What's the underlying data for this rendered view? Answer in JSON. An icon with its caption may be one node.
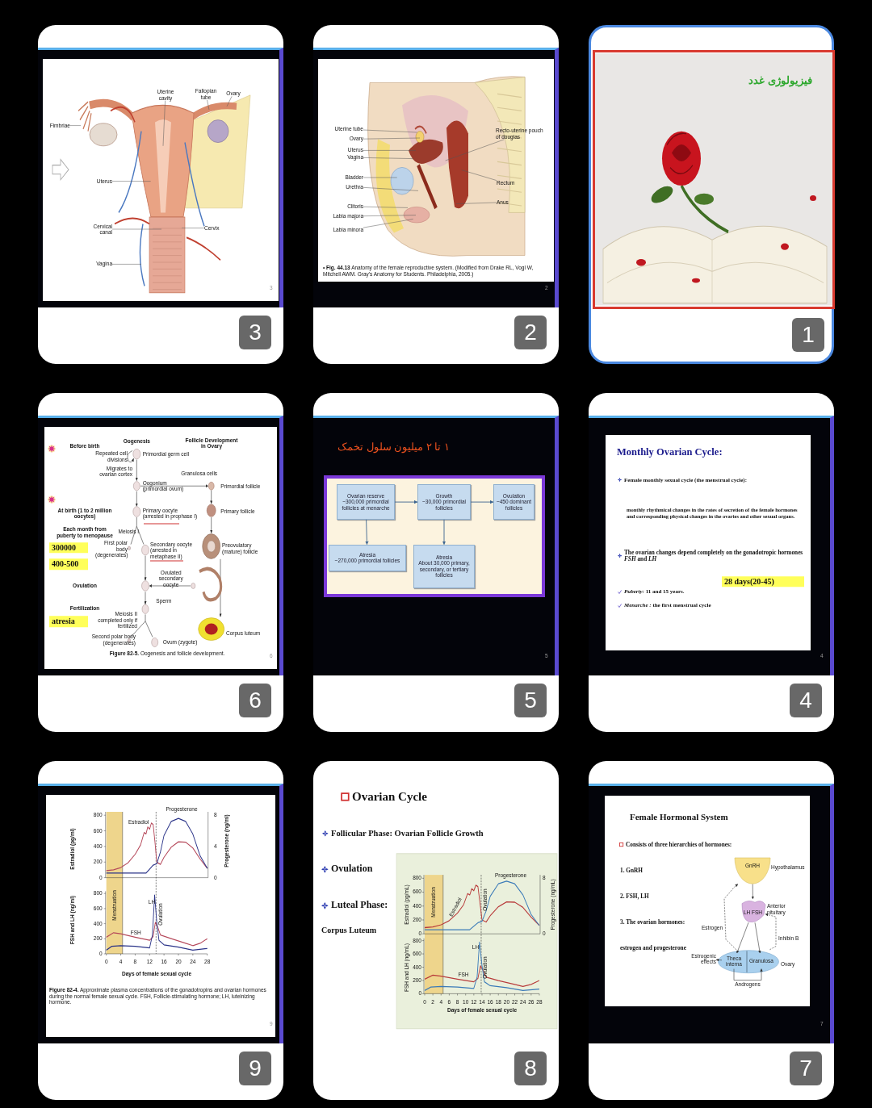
{
  "diagram": {
    "nodes": [
      {
        "text": [
          "3"
        ]
      },
      {
        "text": [
          "2"
        ]
      },
      {
        "text": [
          "1"
        ]
      },
      {
        "text": [
          "6"
        ]
      },
      {
        "text": [
          "5"
        ]
      },
      {
        "text": [
          "4"
        ]
      },
      {
        "text": [
          "9"
        ]
      },
      {
        "text": [
          "8"
        ]
      },
      {
        "text": [
          "7"
        ]
      },
      {
        "text": [
          "Uterine cavity"
        ],
        "in": 0
      },
      {
        "text": [
          "Fallopian tube"
        ],
        "in": 0
      },
      {
        "text": [
          "Ovary"
        ],
        "in": 0
      },
      {
        "text": [
          "Fimbriae"
        ],
        "in": 0
      },
      {
        "text": [
          "Uterus"
        ],
        "in": 0
      },
      {
        "text": [
          "Cervical canal"
        ],
        "in": 0
      },
      {
        "text": [
          "Cervix"
        ],
        "in": 0
      },
      {
        "text": [
          "Vagina"
        ],
        "in": 0
      },
      {
        "text": [
          "Uterine tube"
        ],
        "in": 1
      },
      {
        "text": [
          "Recto-uterine pouch of douglas"
        ],
        "in": 1
      },
      {
        "text": [
          "Ovary"
        ],
        "in": 1
      },
      {
        "text": [
          "Uterus"
        ],
        "in": 1
      },
      {
        "text": [
          "Vagina"
        ],
        "in": 1
      },
      {
        "text": [
          "Bladder"
        ],
        "in": 1
      },
      {
        "text": [
          "Rectum"
        ],
        "in": 1
      },
      {
        "text": [
          "Urethra"
        ],
        "in": 1
      },
      {
        "text": [
          "Anus"
        ],
        "in": 1
      },
      {
        "text": [
          "Clitoris"
        ],
        "in": 1
      },
      {
        "text": [
          "Labia majora"
        ],
        "in": 1
      },
      {
        "text": [
          "Labia minora"
        ],
        "in": 1
      },
      {
        "text": [
          "Ovarian reserve",
          "~300,000 primordial follicles at menarche"
        ],
        "in": 4
      },
      {
        "text": [
          "Growth",
          "~30,000 primordial follicles"
        ],
        "in": 4
      },
      {
        "text": [
          "Ovulation",
          "~450 dominant follicles"
        ],
        "in": 4
      },
      {
        "text": [
          "Atresia",
          "~270,000 primordial follicles"
        ],
        "in": 4
      },
      {
        "text": [
          "Atresia",
          "About 30,000 primary, secondary, or tertiary follicles"
        ],
        "in": 4
      },
      {
        "text": [
          "GnRH"
        ],
        "beside": [
          "Hypothalamus"
        ],
        "in": 8
      },
      {
        "text": [
          "LH FSH"
        ],
        "beside": [
          "Anterior pituitary"
        ],
        "in": 8
      },
      {
        "text": [],
        "shape": "ellipse",
        "beside": [
          "Ovary"
        ],
        "in": 8
      },
      {
        "text": [
          "Theca interna"
        ],
        "in": 36
      },
      {
        "text": [
          "Granulosa"
        ],
        "in": 36
      },
      {
        "text": [
          "Estrogenic effects"
        ],
        "in": 8
      }
    ],
    "edges": [
      {
        "from": 9,
        "to": null,
        "arrow": "none"
      },
      {
        "from": 10,
        "to": null,
        "arrow": "none"
      },
      {
        "from": 11,
        "to": null,
        "arrow": "none"
      },
      {
        "from": 12,
        "to": null,
        "arrow": "none"
      },
      {
        "from": 13,
        "to": null,
        "arrow": "none"
      },
      {
        "from": 14,
        "to": null,
        "arrow": "none"
      },
      {
        "from": 15,
        "to": null,
        "arrow": "none"
      },
      {
        "from": 16,
        "to": null,
        "arrow": "none"
      },
      {
        "from": 17,
        "to": null,
        "arrow": "none"
      },
      {
        "from": 18,
        "to": null,
        "arrow": "none"
      },
      {
        "from": 19,
        "to": null,
        "arrow": "none"
      },
      {
        "from": 20,
        "to": null,
        "arrow": "none"
      },
      {
        "from": 21,
        "to": null,
        "arrow": "none"
      },
      {
        "from": 22,
        "to": null,
        "arrow": "none"
      },
      {
        "from": 23,
        "to": null,
        "arrow": "none"
      },
      {
        "from": 24,
        "to": null,
        "arrow": "none"
      },
      {
        "from": 25,
        "to": null,
        "arrow": "none"
      },
      {
        "from": 26,
        "to": null,
        "arrow": "none"
      },
      {
        "from": 27,
        "to": null,
        "arrow": "none"
      },
      {
        "from": 28,
        "to": null,
        "arrow": "none"
      },
      {
        "from": 29,
        "to": 30,
        "arrow": "to"
      },
      {
        "from": 30,
        "to": 31,
        "arrow": "to"
      },
      {
        "from": 29,
        "to": 32,
        "arrow": "to"
      },
      {
        "from": 30,
        "to": 33,
        "arrow": "to"
      },
      {
        "from": 34,
        "to": 35,
        "arrow": "to"
      },
      {
        "from": 35,
        "to": 37,
        "arrow": "to"
      },
      {
        "from": 35,
        "to": 38,
        "arrow": "to"
      },
      {
        "from": 36,
        "to": 34,
        "arrow": "to",
        "label": "Estrogen",
        "style": "dashed"
      },
      {
        "from": 36,
        "to": 35,
        "arrow": "to",
        "label": "Inhibin B",
        "style": "dashed"
      },
      {
        "from": 37,
        "to": 39,
        "arrow": "to"
      },
      {
        "from": 37,
        "to": 38,
        "arrow": "to",
        "label": "Androgens"
      }
    ],
    "labels": [
      "3",
      "• **Fig. 44.13** Anatomy of the female reproductive system. (Modified from Drake RL, Vogl W, Mitchell AWM. Gray's Anatomy for Students. Philadelphia, 2005.)",
      "2",
      "فیزیولوژی غدد",
      "Before birth",
      "Oogenesis",
      "Follicle Development in Ovary",
      "Repeated cell divisions",
      "Primordial germ cell",
      "Migrates to ovarian cortex",
      "Granulosa cells",
      "Oogonium (primordial ovum)",
      "Primordial follicle",
      "At birth (1 to 2 million oocytes)",
      "Primary oocyte (arrested in prophase I)",
      "Primary follicle",
      "Each month from puberty to menopause",
      "Meiosis I",
      "300000",
      "First polar body (degenerates)",
      "Secondary oocyte (arrested in metaphase II)",
      "Preovulatory (mature) follicle",
      "400-500",
      "Ovulation",
      "Ovulated secondary oocyte",
      "Sperm",
      "Fertilization",
      "atresia",
      "Meiosis II completed only if fertilized",
      "Second polar body (degenerates)",
      "Ovum (zygote)",
      "Corpus luteum",
      "**Figure 82-5.** Oogenesis and follicle development.",
      "6",
      "۱ تا ۲ میلیون سلول تخمک",
      "5",
      "Monthly Ovarian Cycle:",
      "Female monthly sexual cycle (the menstrual cycle):",
      "monthly rhythmical changes in the rates of secretion of the female hormones and corresponding physical changes in the ovaries and other sexual organs.",
      "The ovarian changes depend completely on the gonadotropic hormones *FSH* and *LH*",
      "28 days(20-45)",
      "*Puberty:* 11 and 15 years.",
      "*Menarche :* the first menstrual cycle",
      "4",
      "Estradiol (pg/ml)",
      "800",
      "600",
      "400",
      "200",
      "0",
      "Estradiol",
      "Progesterone",
      "8",
      "4",
      "0",
      "Progesterone (ng/ml)",
      "FSH and LH (ng/ml)",
      "800",
      "600",
      "400",
      "200",
      "0",
      "Menstruation",
      "LH",
      "Ovulation",
      "FSH",
      "0",
      "4",
      "8",
      "12",
      "16",
      "20",
      "24",
      "28",
      "Days of female sexual cycle",
      "**Figure 82-4.** Approximate plasma concentrations of the gonadotropins and ovarian hormones during the normal female sexual cycle. FSH, Follicle-stimulating hormone; LH, luteinizing hormone.",
      "9",
      "Ovarian Cycle",
      "Follicular Phase: Ovarian Follicle Growth",
      "Ovulation",
      "Luteal Phase:",
      "Corpus Luteum",
      "Estradiol (pg/mL)",
      "800",
      "600",
      "400",
      "200",
      "0",
      "Menstruation",
      "Estradiol",
      "Ovulation",
      "Progesterone",
      "8",
      "0",
      "Progesterone (ng/mL)",
      "FSH and LH (ng/mL)",
      "800",
      "600",
      "400",
      "200",
      "0",
      "LH",
      "Ovulation",
      "FSH",
      "0",
      "2",
      "4",
      "6",
      "8",
      "10",
      "12",
      "14",
      "16",
      "18",
      "20",
      "22",
      "24",
      "26",
      "28",
      "Days of female sexual cycle",
      "Female Hormonal System",
      "Consists of three hierarchies of hormones:",
      "1. GnRH",
      "2. FSH, LH",
      "3. The ovarian hormones:",
      "estrogen and progesterone",
      "7"
    ]
  }
}
